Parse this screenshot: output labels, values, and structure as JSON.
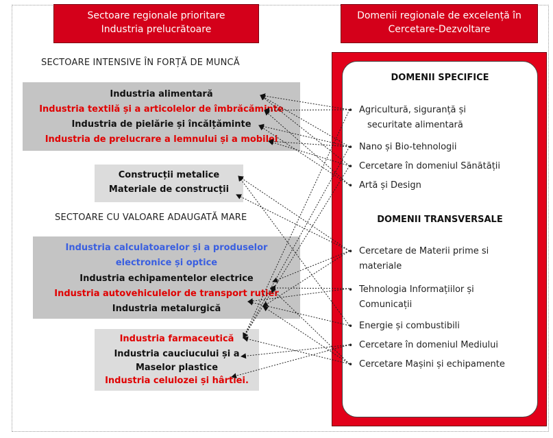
{
  "header_left": {
    "line1": "Sectoare regionale prioritare",
    "line2": "Industria prelucrătoare"
  },
  "header_right": {
    "line1": "Domenii regionale de excelență în",
    "line2": "Cercetare-Dezvoltare"
  },
  "heading_intensive": "SECTOARE INTENSIVE ÎN FORȚĂ DE MUNCĂ",
  "heading_high_value": "SECTOARE CU VALOARE ADAUGATĂ MARE",
  "group_intensive": [
    {
      "label": "Industria alimentară",
      "color": "#111111"
    },
    {
      "label": "Industria textilă  și a articolelor  de îmbrăcăminte",
      "color": "#e00000"
    },
    {
      "label": "Industria de pielărie  și încălțăminte",
      "color": "#111111"
    },
    {
      "label": "Industria de prelucrare a lemnului și a mobilei",
      "color": "#e00000"
    }
  ],
  "group_construction": [
    {
      "label": "Construcții metalice",
      "color": "#111111"
    },
    {
      "label": "Materiale de construcții",
      "color": "#111111"
    }
  ],
  "group_high_value": [
    {
      "label": "Industria calculatoarelor  și a produselor",
      "color": "#3a5fe0"
    },
    {
      "label": "electronice și optice",
      "color": "#3a5fe0"
    },
    {
      "label": "Industria echipamentelor electrice",
      "color": "#111111"
    },
    {
      "label": "Industria autovehiculelor de transport rutier",
      "color": "#e00000"
    },
    {
      "label": "Industria metalurgică",
      "color": "#111111"
    }
  ],
  "group_chemical": [
    {
      "label": "Industria farmaceutică",
      "color": "#e00000"
    },
    {
      "label": "Industria cauciucului și a",
      "color": "#111111"
    },
    {
      "label": "Maselor plastice",
      "color": "#111111"
    },
    {
      "label": "Industria celulozei și hârtiei.",
      "color": "#e00000"
    }
  ],
  "specific_heading": "DOMENII SPECIFICE",
  "specific_domains": [
    {
      "line1": "Agricultură, siguranță și",
      "line2": "securitate alimentară"
    },
    {
      "line1": "Nano și Bio-tehnologii"
    },
    {
      "line1": "Cercetare în domeniul  Sănătății"
    },
    {
      "line1": "Artă și Design"
    }
  ],
  "transversal_heading": "DOMENII TRANSVERSALE",
  "transversal_domains": [
    {
      "line1": "Cercetare de Materii prime si",
      "line2": "materiale"
    },
    {
      "line1": "Tehnologia  Informațiilor și",
      "line2": "Comunicații"
    },
    {
      "line1": "Energie și combustibili"
    },
    {
      "line1": "Cercetare în domeniul Mediului"
    },
    {
      "line1": "Cercetare Mașini și echipamente"
    }
  ],
  "colors": {
    "header_red": "#d4001a",
    "panel_red": "#e2001a",
    "grey_dark": "#c4c4c4",
    "grey_light": "#dcdcdc",
    "red_text": "#e00000",
    "blue_text": "#3a5fe0"
  },
  "connectors": [
    [
      "specific",
      0,
      "intensive",
      0
    ],
    [
      "specific",
      0,
      "intensive",
      1
    ],
    [
      "specific",
      1,
      "intensive",
      0
    ],
    [
      "specific",
      1,
      "intensive",
      2
    ],
    [
      "specific",
      1,
      "intensive",
      3
    ],
    [
      "specific",
      2,
      "intensive",
      0
    ],
    [
      "specific",
      2,
      "intensive",
      3
    ],
    [
      "specific",
      3,
      "intensive",
      1
    ],
    [
      "specific",
      0,
      "chemical",
      0
    ],
    [
      "specific",
      1,
      "chemical",
      0
    ],
    [
      "specific",
      2,
      "chemical",
      0
    ],
    [
      "specific",
      3,
      "intensive",
      2
    ],
    [
      "transversal",
      0,
      "construction",
      0
    ],
    [
      "transversal",
      0,
      "construction",
      1
    ],
    [
      "transversal",
      0,
      "high_value",
      1
    ],
    [
      "transversal",
      0,
      "high_value",
      4
    ],
    [
      "transversal",
      1,
      "high_value",
      2
    ],
    [
      "transversal",
      1,
      "high_value",
      3
    ],
    [
      "transversal",
      2,
      "construction",
      0
    ],
    [
      "transversal",
      2,
      "high_value",
      3
    ],
    [
      "transversal",
      3,
      "chemical",
      1
    ],
    [
      "transversal",
      3,
      "chemical",
      3
    ],
    [
      "transversal",
      4,
      "high_value",
      2
    ],
    [
      "transversal",
      4,
      "chemical",
      0
    ],
    [
      "transversal",
      4,
      "high_value",
      4
    ]
  ]
}
